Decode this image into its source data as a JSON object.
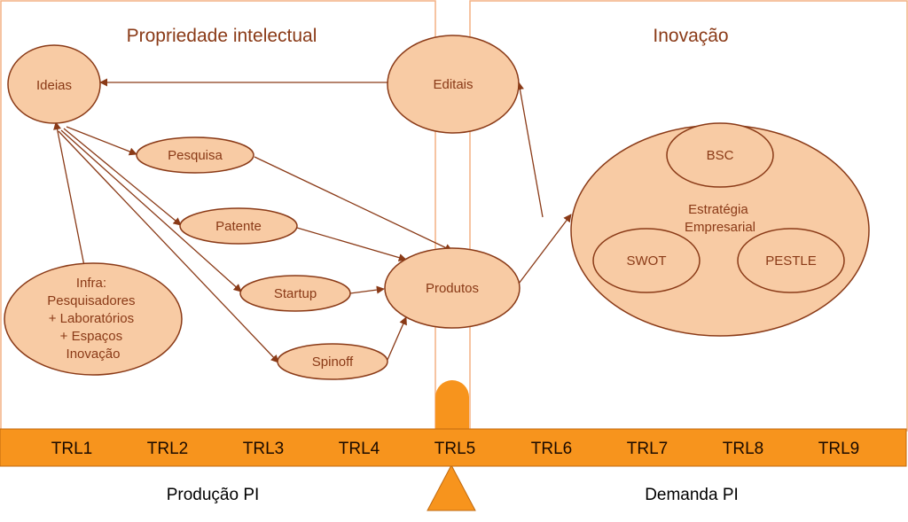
{
  "panels": {
    "left_title": "Propriedade intelectual",
    "right_title": "Inovação"
  },
  "nodes": {
    "ideias": "Ideias",
    "editais": "Editais",
    "pesquisa": "Pesquisa",
    "patente": "Patente",
    "startup": "Startup",
    "spinoff": "Spinoff",
    "produtos": "Produtos",
    "infra": [
      "Infra:",
      "Pesquisadores",
      "+ Laboratórios",
      "+ Espaços",
      "Inovação"
    ],
    "bsc": "BSC",
    "swot": "SWOT",
    "pestle": "PESTLE",
    "estrategia": [
      "Estratégia",
      "Empresarial"
    ]
  },
  "trl_scale": [
    "TRL1",
    "TRL2",
    "TRL3",
    "TRL4",
    "TRL5",
    "TRL6",
    "TRL7",
    "TRL8",
    "TRL9"
  ],
  "bottom": {
    "left_label": "Produção PI",
    "right_label": "Demanda PI"
  },
  "colors": {
    "node_fill": "#f8cba4",
    "node_stroke": "#8a3a17",
    "bar_fill": "#f7941d",
    "panel_border": "#f4b183"
  }
}
